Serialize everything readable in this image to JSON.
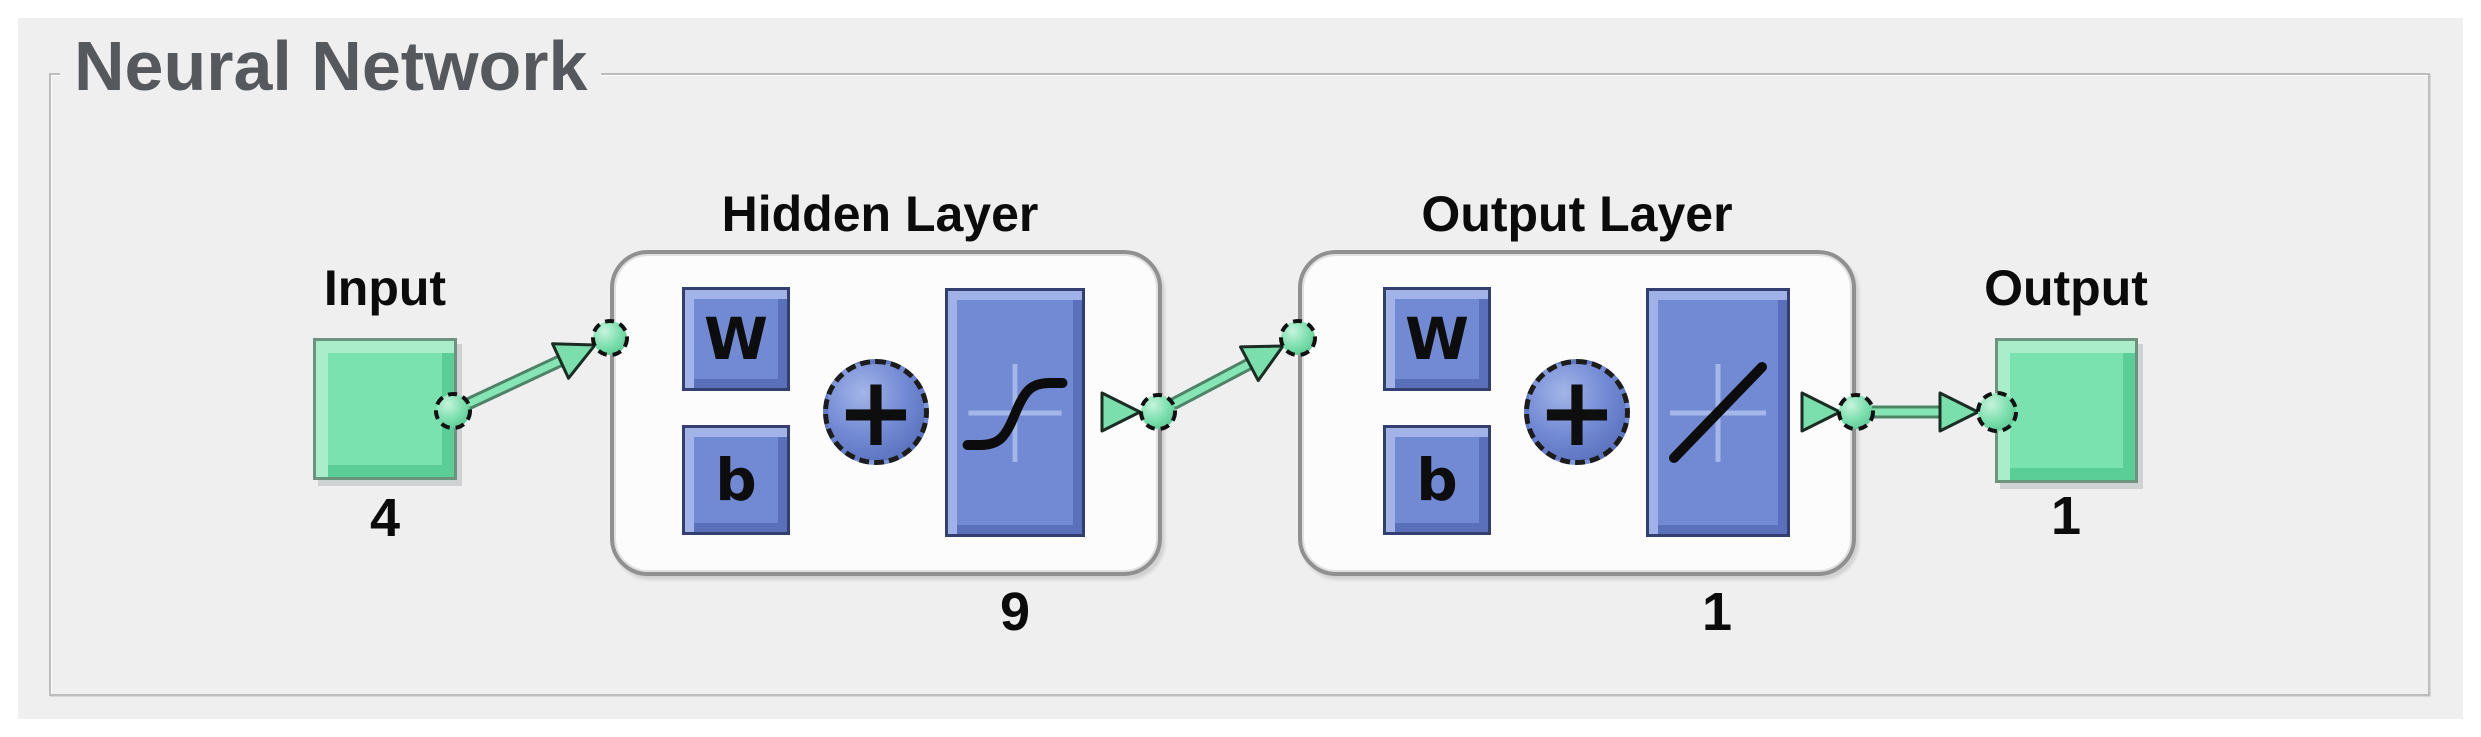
{
  "group_title": "Neural Network",
  "input": {
    "label": "Input",
    "size": "4"
  },
  "hidden_layer": {
    "title": "Hidden Layer",
    "weight_label": "W",
    "bias_label": "b",
    "sum_label": "+",
    "size": "9"
  },
  "output_layer": {
    "title": "Output Layer",
    "weight_label": "W",
    "bias_label": "b",
    "sum_label": "+",
    "size": "1"
  },
  "output": {
    "label": "Output",
    "size": "1"
  },
  "colors": {
    "panel_bg": "#efeff0",
    "layer_box_bg": "#fcfcfc",
    "block_blue": "#7289d4",
    "block_green": "#79e2ae",
    "wire_green": "#85e5b4",
    "wire_edge": "#4f8367",
    "box_border_gray": "#909090",
    "group_title_gray": "#55585d",
    "label_black": "#0b0b0b"
  }
}
